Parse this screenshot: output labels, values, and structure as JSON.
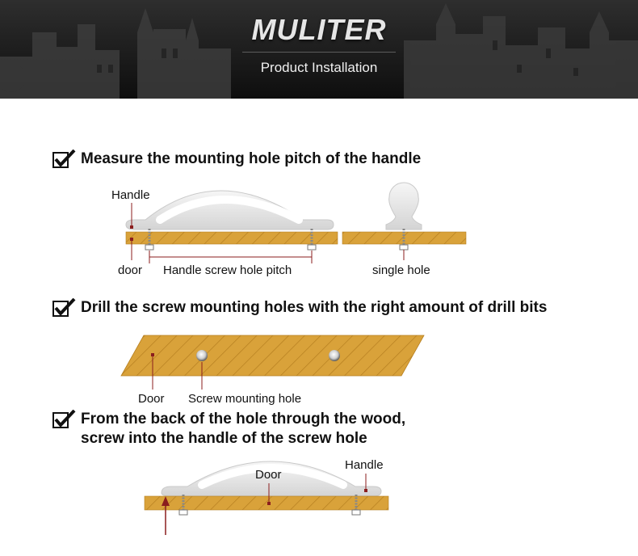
{
  "banner": {
    "brand": "MULITER",
    "subtitle": "Product Installation"
  },
  "steps": [
    {
      "title": "Measure the mounting hole pitch of the handle",
      "labels": {
        "handle": "Handle",
        "door": "door",
        "pitch": "Handle screw hole pitch",
        "single": "single hole"
      }
    },
    {
      "title": "Drill the screw mounting holes with the right amount of drill bits",
      "labels": {
        "door": "Door",
        "hole": "Screw mounting hole"
      }
    },
    {
      "title_line1": "From the back of the hole through the wood,",
      "title_line2": "screw into the handle of the screw hole",
      "labels": {
        "door": "Door",
        "handle": "Handle"
      }
    }
  ],
  "colors": {
    "wood": "#d9a23a",
    "wood_dark": "#b57e1f",
    "handle": "#ededed",
    "marker": "#8b1e1e"
  }
}
